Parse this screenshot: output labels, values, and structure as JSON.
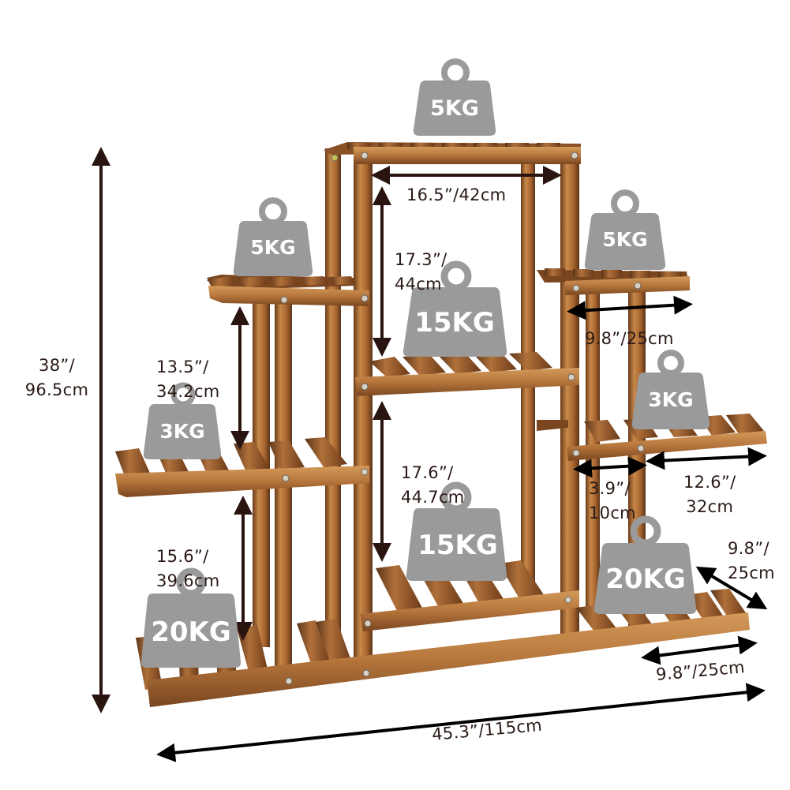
{
  "product": {
    "description": "Wooden tiered plant stand with dimension and load annotations",
    "colors": {
      "wood_light": "#c8894a",
      "wood_mid": "#a8642e",
      "wood_dark": "#5a3418",
      "weight_gray": "#9a9a9a",
      "arrow_dark": "#2a1410",
      "text": "#2a1a16"
    }
  },
  "weights": {
    "top": "5KG",
    "upper_left": "5KG",
    "upper_right": "5KG",
    "middle_center": "15KG",
    "middle_left": "3KG",
    "middle_right": "3KG",
    "lower_center": "15KG",
    "bottom_left": "20KG",
    "bottom_right": "20KG"
  },
  "dimensions": {
    "total_height": {
      "line1": "38”/",
      "line2": "96.5cm"
    },
    "total_width": "45.3”/115cm",
    "top_shelf_width": "16.5”/42cm",
    "top_section_height": {
      "line1": "17.3”/",
      "line2": "44cm"
    },
    "center_lower_height": {
      "line1": "17.6”/",
      "line2": "44.7cm"
    },
    "left_upper_gap": {
      "line1": "13.5”/",
      "line2": "34.2cm"
    },
    "left_lower_gap": {
      "line1": "15.6”/",
      "line2": "39.6cm"
    },
    "right_upper_shelf_width": "9.8”/25cm",
    "right_mid_shelf_width": {
      "line1": "12.6”/",
      "line2": "32cm"
    },
    "right_mid_post_gap": {
      "line1": "3.9”/",
      "line2": "10cm"
    },
    "bottom_depth": {
      "line1": "9.8”/",
      "line2": "25cm"
    },
    "bottom_right_width": "9.8”/25cm"
  }
}
